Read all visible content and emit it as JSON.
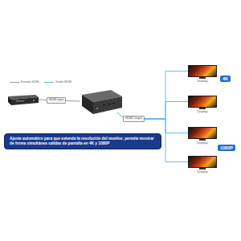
{
  "diagram": {
    "nodes": [
      {
        "text": [
          "HDMI input"
        ]
      },
      {
        "text": [
          "HDMI Output"
        ]
      },
      {
        "text": [
          "Display"
        ]
      },
      {
        "text": [
          "Display"
        ]
      },
      {
        "text": [
          "Display"
        ]
      },
      {
        "text": [
          "Display"
        ]
      },
      {
        "text": [
          "4K"
        ]
      },
      {
        "text": [
          "1080P"
        ]
      },
      {
        "text": [
          "Ajuste automático para que extenda la resolución del monitor, permite mostrar de forma simultánea salidas de pantalla en 4K y 1080P"
        ]
      }
    ],
    "edges": [
      {
        "from": 1,
        "to": 2,
        "arrow": "none"
      },
      {
        "from": 1,
        "to": 3,
        "arrow": "none"
      },
      {
        "from": 1,
        "to": 4,
        "arrow": "none"
      },
      {
        "from": 1,
        "to": 5,
        "arrow": "none"
      }
    ],
    "legend": [
      {
        "text": "Entrada HDMI"
      },
      {
        "text": "Salida HDMI"
      }
    ]
  }
}
